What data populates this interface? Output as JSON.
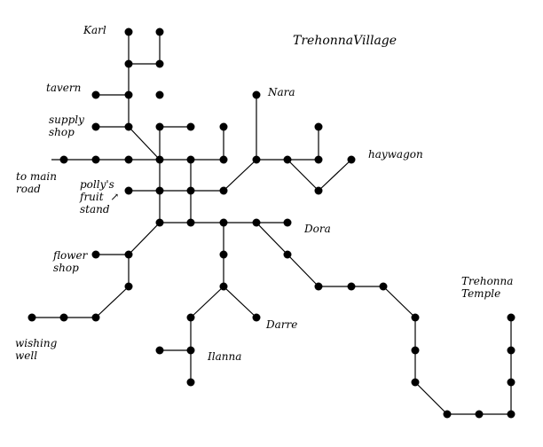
{
  "title": "TrehonnaVillage",
  "labels": {
    "karl": "Karl",
    "tavern": "tavern",
    "supply_shop": "supply\nshop",
    "main_road": "to main\nroad",
    "pollys": "polly's\nfruit  ↗\nstand",
    "nara": "Nara",
    "haywagon": "haywagon",
    "dora": "Dora",
    "flower_shop": "flower\nshop",
    "wishing_well": "wishing\nwell",
    "darre": "Darre",
    "ilanna": "Ilanna",
    "temple": "Trehonna\nTemple"
  },
  "colors": {
    "line": "#000000",
    "node": "#000000"
  }
}
